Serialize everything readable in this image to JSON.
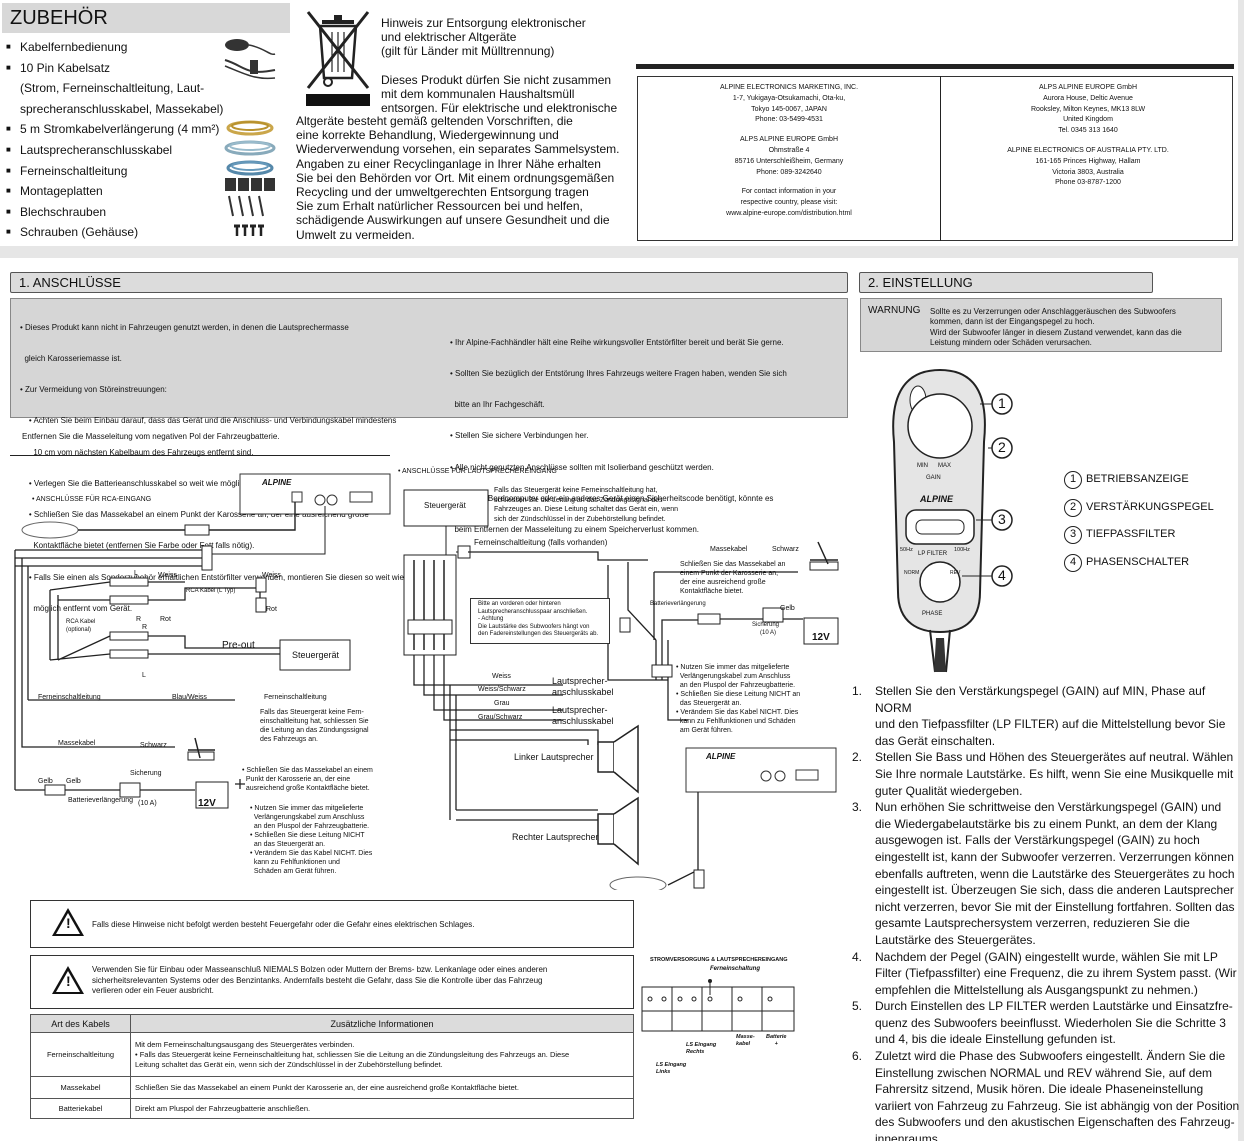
{
  "zubehoer": {
    "title": "ZUBEHÖR",
    "items": [
      "Kabelfernbedienung",
      "10 Pin Kabelsatz",
      "(Strom, Ferneinschaltleitung, Laut-",
      "sprecheranschlusskabel, Massekabel)",
      "5 m Stromkabelverlängerung (4 mm²)",
      "Lautsprecheranschlusskabel",
      "Ferneinschaltleitung",
      "Montageplatten",
      "Blechschrauben",
      "Schrauben (Gehäuse)"
    ]
  },
  "entsorgung": {
    "head": [
      "Hinweis zur Entsorgung elektronischer",
      "und elektrischer Altgeräte",
      "(gilt für Länder mit  Mülltrennung)"
    ],
    "body": [
      "Dieses Produkt dürfen Sie nicht zusammen",
      "mit dem kommunalen Haushaltsmüll",
      "entsorgen. Für elektrische und elektronische",
      "Altgeräte besteht gemäß geltenden Vorschriften, die",
      "eine korrekte Behandlung, Wiedergewinnung und",
      "Wiederverwendung vorsehen, ein separates Sammelsystem.",
      "Angaben zu einer Recyclinganlage in Ihrer Nähe erhalten",
      "Sie bei den Behörden vor Ort. Mit einem ordnungsgemäßen",
      "Recycling und der umweltgerechten Entsorgung tragen",
      "Sie zum Erhalt natürlicher Ressourcen bei und helfen,",
      "schädigende Auswirkungen auf unsere Gesundheit und die",
      "Umwelt zu vermeiden."
    ]
  },
  "addresses": {
    "left": [
      "ALPINE ELECTRONICS MARKETING, INC.",
      "1-7, Yukigaya-Otsukamachi, Ota-ku,",
      "Tokyo 145-0067, JAPAN",
      "Phone: 03-5499-4531",
      "",
      "ALPS ALPINE EUROPE GmbH",
      "Ohmstraße 4",
      "85716 Unterschleißheim, Germany",
      "Phone: 089-3242640",
      "",
      "For contact information in your",
      "respective country, please visit:",
      "www.alpine-europe.com/distribution.html"
    ],
    "right": [
      "ALPS ALPINE EUROPE GmbH",
      "Aurora House, Deltic Avenue",
      "Rooksley, Milton Keynes, MK13 8LW",
      "United Kingdom",
      "Tel. 0345 313 1640",
      "",
      "ALPINE ELECTRONICS OF AUSTRALIA PTY. LTD.",
      "161-165 Princes Highway, Hallam",
      "Victoria 3803, Australia",
      "Phone 03-8787-1200"
    ]
  },
  "anschluesse": {
    "title": "1. ANSCHLÜSSE",
    "notes_left": [
      "• Dieses Produkt kann nicht in Fahrzeugen genutzt werden, in denen die Lautsprechermasse",
      "  gleich Karosseriemasse ist.",
      "• Zur Vermeidung von Störeinstreuungen:",
      "    • Achten Sie beim Einbau darauf, dass das Gerät und die Anschluss- und Verbindungskabel mindestens",
      "      10 cm vom nächsten Kabelbaum des Fahrzeugs entfernt sind.",
      "    • Verlegen Sie die Batterieanschlusskabel so weit wie möglich entfernt von anderen Kabeln.",
      "    • Schließen Sie das Massekabel an einem Punkt der Karosserie an, der eine ausreichend große",
      "      Kontaktfläche bietet (entfernen Sie Farbe oder Fett falls nötig).",
      "    • Falls Sie einen als Sonderzubehör erhältlichen Entstörfilter verwenden, montieren Sie diesen so weit wie",
      "      möglich entfernt vom Gerät."
    ],
    "notes_right": [
      "• Ihr Alpine-Fachhändler hält eine Reihe wirkungsvoller Entstörfilter bereit und berät Sie gerne.",
      "• Sollten Sie bezüglich der Entstörung Ihres Fahrzeugs weitere Fragen haben, wenden Sie sich",
      "  bitte an Ihr Fachgeschäft.",
      "• Stellen Sie sichere Verbindungen her.",
      "• Alle nicht genutzten Anschlüsse sollten mit Isolierband geschützt werden.",
      "• Falls der Bordcomputer oder ein anderes Gerät einen Sicherheitscode benötigt, könnte es",
      "  beim Entfernen der Masseleitung zu einem Speicherverlust kommen."
    ],
    "disconnect": "Entfernen Sie die Masseleitung vom negativen Pol der Fahrzeugbatterie.",
    "rca_title": "• ANSCHLÜSSE FÜR RCA-EINGANG",
    "speaker_title": "• ANSCHLÜSSE FÜR LAUTSPRECHEREINGANG",
    "rca": {
      "l": "L",
      "r": "R",
      "l2": "L",
      "r2": "R",
      "weiss1": "Weiss",
      "rot1": "Rot",
      "weiss2": "Weiss",
      "rot2": "Rot",
      "rca_kabel_l": "RCA Kabel (L Typ)",
      "rca_kabel_opt1": "RCA Kabel",
      "rca_kabel_opt2": "(optional)",
      "preout": "Pre-out",
      "steuergeraet": "Steuergerät",
      "fern": "Ferneinschaltleitung",
      "blauweiss": "Blau/Weiss",
      "fern2": "Ferneinschaltleitung",
      "fern_note": [
        "Falls das Steuergerät keine Fern-",
        "einschaltleitung hat, schliessen Sie",
        "die Leitung an das Zündungssignal",
        "des Fahrzeugs an."
      ],
      "masse": "Massekabel",
      "schwarz": "Schwarz",
      "masse_note": [
        "• Schließen Sie das Massekabel an einem",
        "  Punkt der Karosserie an, der eine",
        "  ausreichend große Kontaktfläche bietet."
      ],
      "gelb1": "Gelb",
      "gelb2": "Gelb",
      "sicherung": "Sicherung",
      "ampere": "(10 A)",
      "batt_ext": "Batterieverlängerung",
      "volt": "12V",
      "batt_note": [
        "• Nutzen Sie immer das mitgelieferte",
        "  Verlängerungskabel zum Anschluss",
        "  an den Pluspol der Fahrzeugbatterie.",
        "• Schließen Sie diese Leitung NICHT",
        "  an das Steuergerät an.",
        "• Verändern Sie das Kabel NICHT. Dies",
        "  kann zu Fehlfunktionen und",
        "  Schäden am Gerät führen."
      ]
    },
    "spk": {
      "steuergeraet": "Steuergerät",
      "top_note": [
        "Falls das Steuergerät keine Ferneinschaltleitung hat,",
        "schliessen Sie die Leitung an das Zündungssignal des",
        "Fahrzeuges an. Diese Leitung schaltet das Gerät ein, wenn",
        "sich der Zündschlüssel in der Zubehörstellung befindet."
      ],
      "fern": "Ferneinschaltleitung (falls vorhanden)",
      "masse": "Massekabel",
      "schwarz": "Schwarz",
      "masse_note": [
        "Schließen Sie das Massekabel an",
        "einem Punkt der Karosserie an,",
        "der eine ausreichend große",
        "Kontaktfläche bietet."
      ],
      "batt": "Batterieverlängerung",
      "gelb": "Gelb",
      "sicherung": "Sicherung",
      "ampere": "(10 A)",
      "volt": "12V",
      "center_note": [
        "Bitte an vorderen oder hinteren",
        "Lautsprecheranschlusspaar anschließen.",
        "- Achtung",
        "Die Lautstärke des Subwoofers hängt von",
        "den Fadereinstellungen des Steuergeräts ab."
      ],
      "right_note": [
        "• Nutzen Sie immer das mitgelieferte",
        "  Verlängerungskabel zum Anschluss",
        "  an den Pluspol der Fahrzeugbatterie.",
        "• Schließen Sie diese Leitung NICHT an",
        "  das Steuergerät an.",
        "• Verändern Sie das Kabel NICHT. Dies",
        "  kann zu Fehlfunktionen und Schäden",
        "  am Gerät führen."
      ],
      "weiss": "Weiss",
      "weissschwarz": "Weiss/Schwarz",
      "grau": "Grau",
      "grauschwarz": "Grau/Schwarz",
      "lsk1a": "Lautsprecher-",
      "lsk1b": "anschlusskabel",
      "lsk2a": "Lautsprecher-",
      "lsk2b": "anschlusskabel",
      "linker": "Linker Lautsprecher",
      "rechter": "Rechter Lautsprecher"
    },
    "warn1": "Falls diese Hinweise nicht befolgt werden besteht Feuergefahr oder die Gefahr eines elektrischen Schlages.",
    "warn2": [
      "Verwenden Sie für Einbau oder Masseanschluß NIEMALS Bolzen oder Muttern der Brems- bzw. Lenkanlage oder eines anderen",
      "sicherheitsrelevanten Systems oder des Benzintanks. Andernfalls besteht die Gefahr, dass Sie die Kontrolle über das Fahrzeug",
      "verlieren oder ein Feuer ausbricht."
    ],
    "table": {
      "head": [
        "Art des Kabels",
        "Zusätzliche Informationen"
      ],
      "rows": [
        {
          "k": "Ferneinschaltleitung",
          "v": [
            "Mit dem Ferneinschaltungsausgang des Steuergerätes verbinden.",
            "• Falls das Steuergerät keine Ferneinschaltleitung hat, schliessen Sie die Leitung an die Zündungsleitung des Fahrzeugs an. Diese",
            "Leitung schaltet das Gerät ein, wenn sich der Zündschlüssel in der Zubehörstellung befindet."
          ]
        },
        {
          "k": "Massekabel",
          "v": [
            "Schließen Sie das Massekabel an einem Punkt der Karosserie an, der eine ausreichend große Kontaktfläche bietet."
          ]
        },
        {
          "k": "Batteriekabel",
          "v": [
            "Direkt am Pluspol der Fahrzeugbatterie anschließen."
          ]
        }
      ]
    },
    "conn": {
      "title": "STROMVERSORGUNG & LAUTSPRECHEREINGANG",
      "fern": "Ferneinschaltung",
      "ls_rechts1": "LS Eingang",
      "ls_rechts2": "Rechts",
      "ls_links1": "LS Eingang",
      "ls_links2": "Links",
      "masse1": "Masse-",
      "masse2": "kabel",
      "batt1": "Batterie",
      "batt2": "+"
    }
  },
  "einstellung": {
    "title": "2. EINSTELLUNG",
    "warn_label": "WARNUNG",
    "warn_text": [
      "Sollte es zu Verzerrungen oder Anschlaggeräuschen des Subwoofers",
      "kommen, dann ist der Eingangspegel zu hoch.",
      "Wird der Subwoofer länger in diesem Zustand verwendet, kann das die",
      "Leistung mindern oder Schäden verursachen."
    ],
    "remote": {
      "min": "MIN",
      "max": "MAX",
      "gain": "GAIN",
      "brand": "ALPINE",
      "f50": "50Hz",
      "f100": "100Hz",
      "lp": "LP FILTER",
      "norm": "NORM",
      "rev": "REV",
      "phase": "PHASE"
    },
    "legend": [
      {
        "n": "1",
        "label": "BETRIEBSANZEIGE"
      },
      {
        "n": "2",
        "label": "VERSTÄRKUNGSPEGEL"
      },
      {
        "n": "3",
        "label": "TIEFPASSFILTER"
      },
      {
        "n": "4",
        "label": "PHASENSCHALTER"
      }
    ],
    "steps": [
      [
        "1.",
        "Stellen Sie den Verstärkungspegel (GAIN) auf MIN, Phase auf NORM",
        "und den Tiefpassfilter (LP FILTER) auf die Mittelstellung bevor Sie",
        "das Gerät einschalten."
      ],
      [
        "2.",
        "Stellen Sie Bass und Höhen des Steuergerätes auf neutral. Wählen",
        "Sie Ihre normale Lautstärke. Es hilft, wenn Sie eine Musikquelle mit",
        "guter Qualität wiedergeben."
      ],
      [
        "3.",
        "Nun erhöhen Sie schrittweise den Verstärkungspegel (GAIN) und",
        "die Wiedergabelautstärke bis zu einem Punkt, an dem der Klang",
        "ausgewogen ist.  Falls der Verstärkungspegel (GAIN) zu hoch",
        "eingestellt ist, kann der Subwoofer verzerren. Verzerrungen können",
        "ebenfalls auftreten, wenn die Lautstärke des Steuergerätes zu hoch",
        "eingestellt ist. Überzeugen Sie sich, dass die anderen Lautsprecher",
        "nicht verzerren, bevor Sie mit der Einstellung fortfahren. Sollten das",
        "gesamte Lautsprechersystem verzerren, reduzieren Sie die",
        "Lautstärke des Steuergerätes."
      ],
      [
        "4.",
        "Nachdem der Pegel (GAIN) eingestellt wurde, wählen Sie mit LP",
        "Filter (Tiefpassfilter) eine Frequenz, die zu ihrem System passt. (Wir",
        "empfehlen die Mittelstellung als Ausgangspunkt zu nehmen.)"
      ],
      [
        "5.",
        "Durch Einstellen des LP FILTER werden Lautstärke und Einsatzfre-",
        "quenz des Subwoofers beeinflusst. Wiederholen Sie die Schritte 3",
        "und 4, bis die ideale Einstellung gefunden ist."
      ],
      [
        "6.",
        "Zuletzt wird die Phase des Subwoofers eingestellt. Ändern Sie die",
        "Einstellung zwischen NORMAL und REV während Sie, auf dem",
        "Fahrersitz sitzend, Musik hören. Die ideale Phaseneinstellung",
        "variiert von Fahrzeug zu Fahrzeug. Sie ist abhängig von der Position",
        "des Subwoofers und den akustischen Eigenschaften des Fahrzeug-",
        "innenraums."
      ]
    ]
  }
}
